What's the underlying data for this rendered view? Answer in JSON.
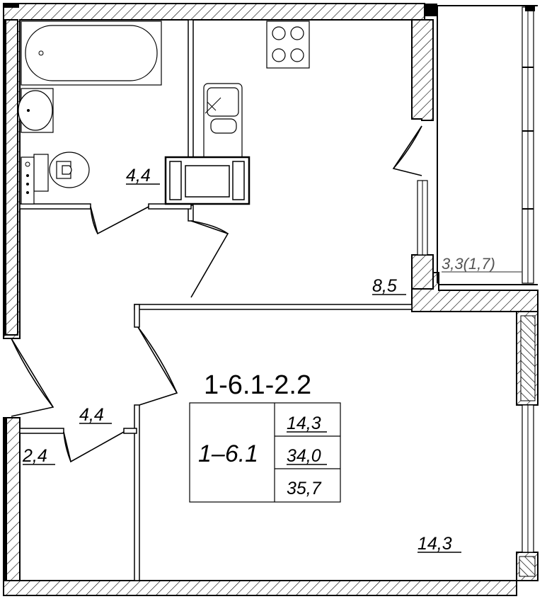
{
  "apartment": {
    "code": "1-6.1-2.2",
    "type_code": "1–6.1",
    "areas_table": [
      "14,3",
      "34,0",
      "35,7"
    ]
  },
  "rooms": {
    "bathroom_area": "4,4",
    "kitchen_area": "8,5",
    "loggia_area": "3,3(1,7)",
    "hall_area": "4,4",
    "storage_area": "2,4",
    "living_room_area": "14,3"
  }
}
